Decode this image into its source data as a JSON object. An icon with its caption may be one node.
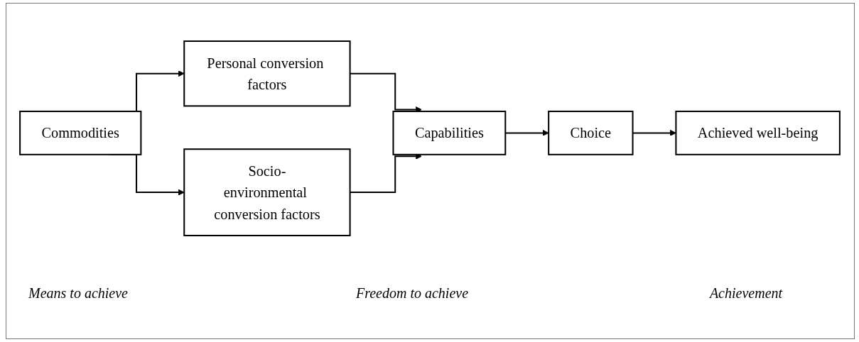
{
  "diagram": {
    "nodes": [
      {
        "text": [
          "Commodities"
        ]
      },
      {
        "text": [
          "Personal conversion factors"
        ]
      },
      {
        "text": [
          "Socio-environmental conversion factors"
        ]
      },
      {
        "text": [
          "Capabilities"
        ]
      },
      {
        "text": [
          "Choice"
        ]
      },
      {
        "text": [
          "Achieved well-being"
        ]
      }
    ],
    "edges": [
      {
        "from": 0,
        "to": 1,
        "arrow": "to"
      },
      {
        "from": 0,
        "to": 2,
        "arrow": "to"
      },
      {
        "from": 1,
        "to": 3,
        "arrow": "to"
      },
      {
        "from": 2,
        "to": 3,
        "arrow": "to"
      },
      {
        "from": 3,
        "to": 4,
        "arrow": "to"
      },
      {
        "from": 4,
        "to": 5,
        "arrow": "to"
      }
    ],
    "labels": [
      "Means to achieve",
      "Freedom to achieve",
      "Achievement"
    ]
  }
}
